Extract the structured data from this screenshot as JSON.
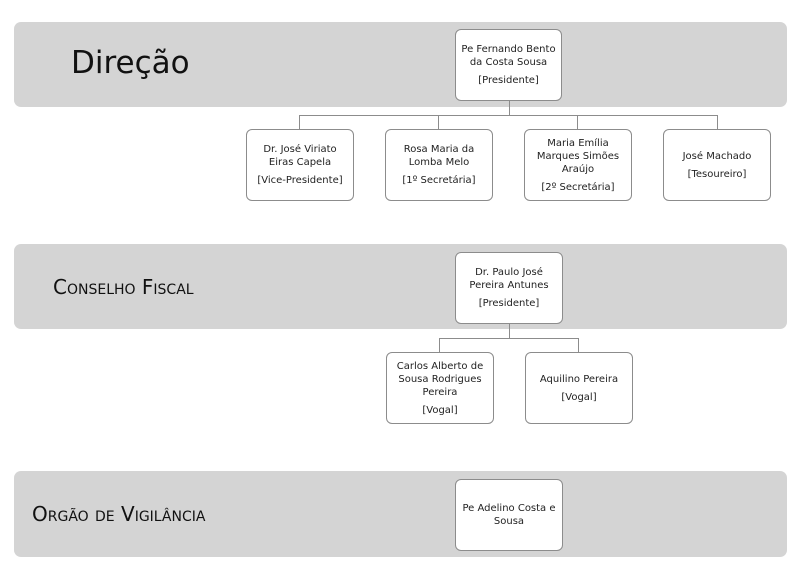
{
  "direcao": {
    "title": "Direção",
    "president": {
      "name": "Pe Fernando Bento da Costa Sousa",
      "role": "[Presidente]"
    },
    "members": [
      {
        "name": "Dr. José Viriato Eiras Capela",
        "role": "[Vice-Presidente]"
      },
      {
        "name": "Rosa Maria da Lomba Melo",
        "role": "[1º Secretária]"
      },
      {
        "name": "Maria Emília Marques Simões Araújo",
        "role": "[2º Secretária]"
      },
      {
        "name": "José Machado",
        "role": "[Tesoureiro]"
      }
    ]
  },
  "conselho_fiscal": {
    "title": "Conselho Fiscal",
    "president": {
      "name": "Dr. Paulo José Pereira Antunes",
      "role": "[Presidente]"
    },
    "members": [
      {
        "name": "Carlos Alberto de Sousa Rodrigues Pereira",
        "role": "[Vogal]"
      },
      {
        "name": "Aquilino Pereira",
        "role": "[Vogal]"
      }
    ]
  },
  "orgao_vigilancia": {
    "title": "Orgão de Vigilância",
    "member": {
      "name": "Pe Adelino Costa e Sousa"
    }
  },
  "colors": {
    "band_background": "#d4d4d4",
    "card_border": "#8c8c8c",
    "card_background": "#ffffff",
    "text": "#222222"
  }
}
